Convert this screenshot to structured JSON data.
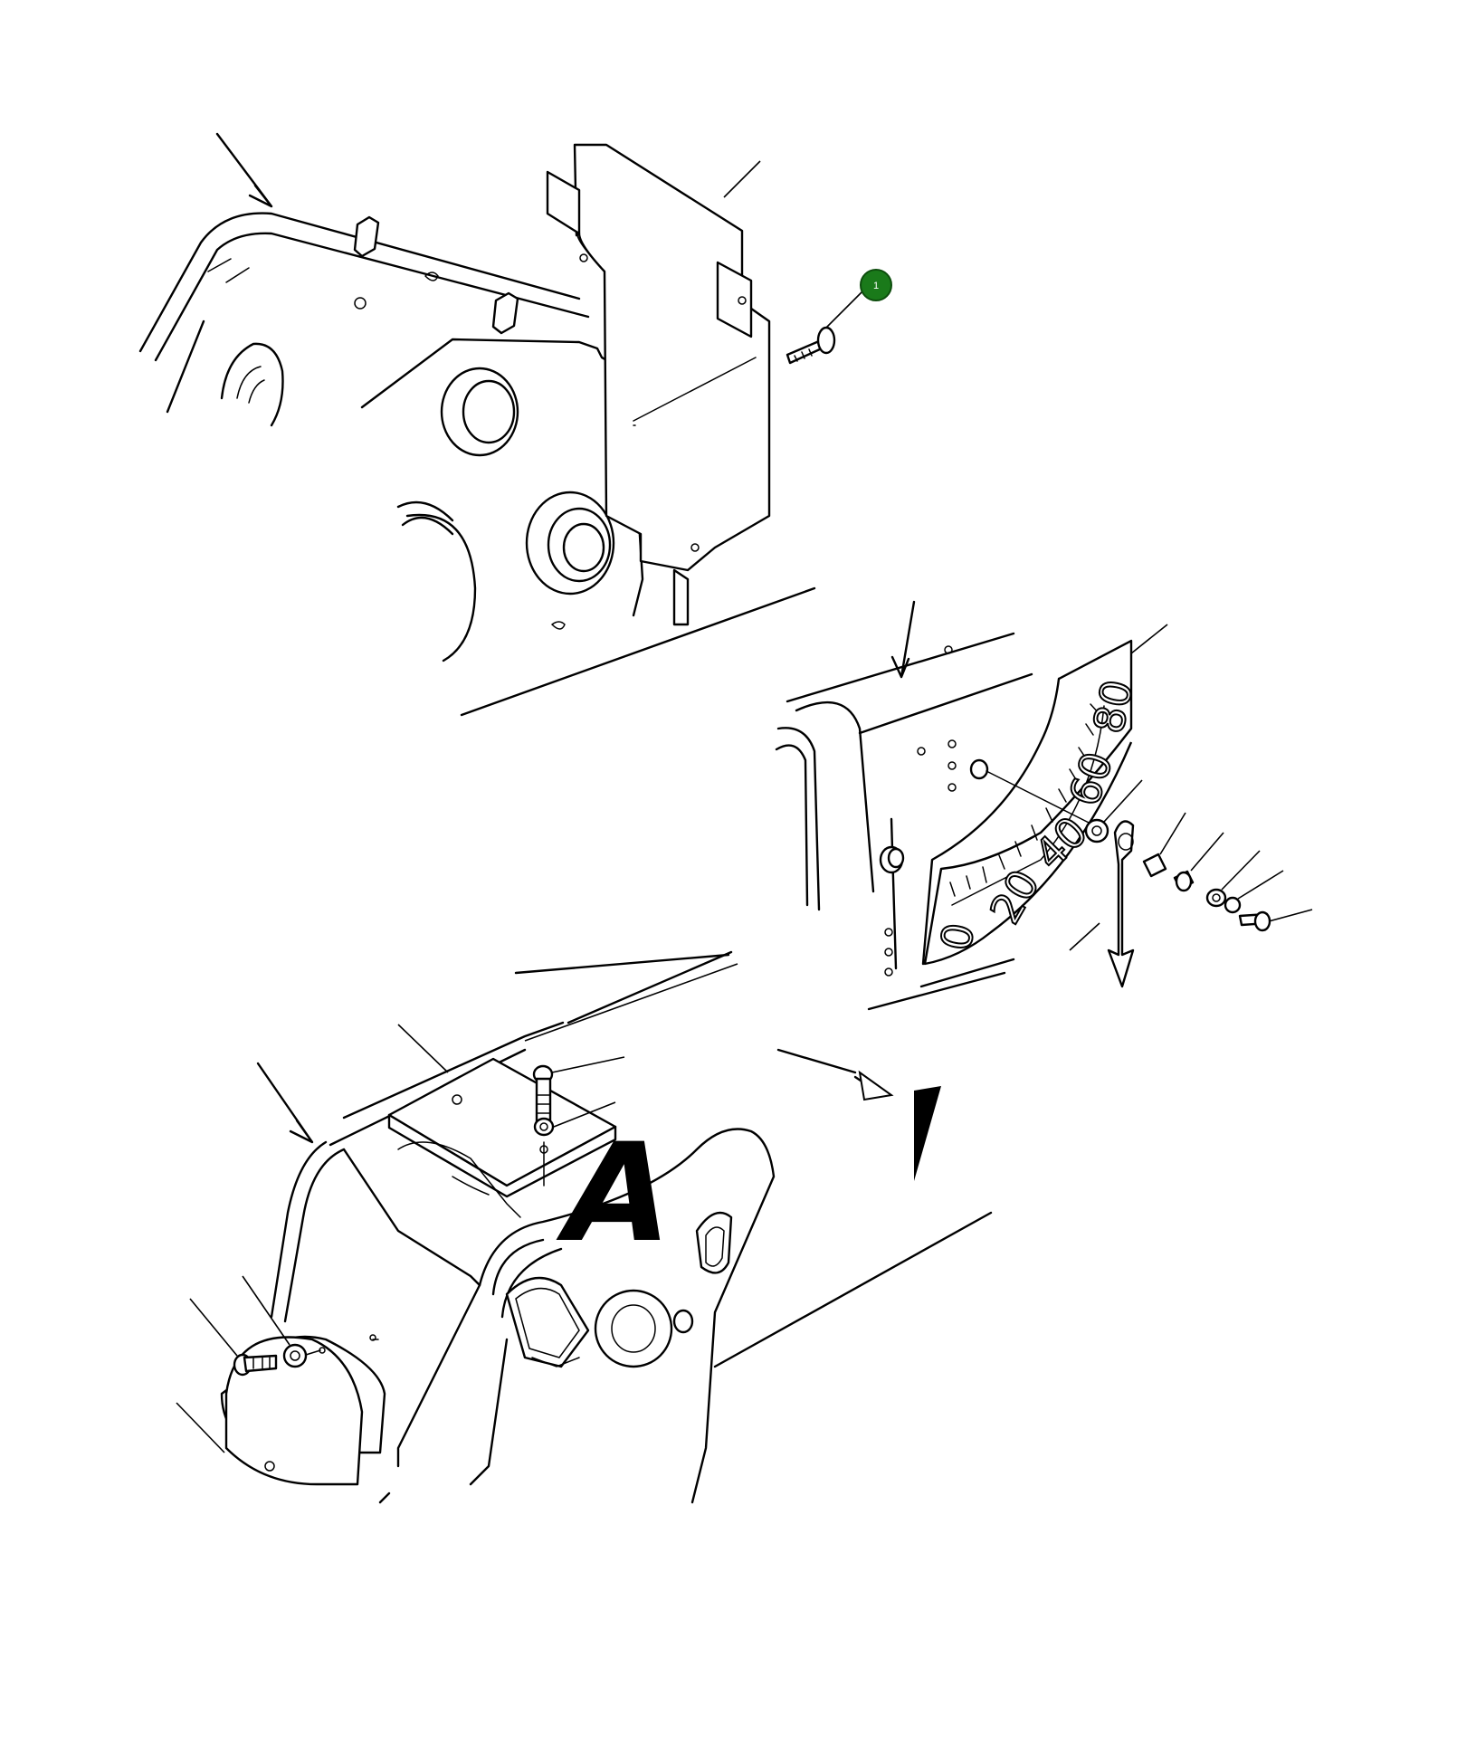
{
  "callout": {
    "number": "1",
    "color": "#1a7a1a"
  },
  "dial": {
    "labels": [
      "0",
      "20",
      "40",
      "60",
      "80"
    ]
  },
  "logo": {
    "text": "A"
  }
}
